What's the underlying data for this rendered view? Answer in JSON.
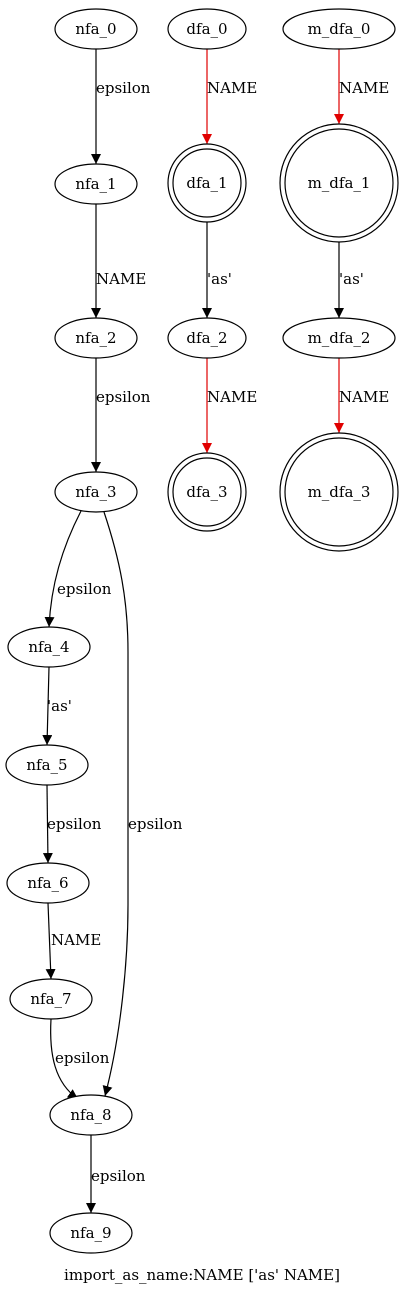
{
  "caption": "import_as_name:NAME ['as' NAME]",
  "colors": {
    "default_edge": "#000000",
    "highlight_edge": "#e00000",
    "background": "#ffffff"
  },
  "nodes": [
    {
      "id": "nfa_0",
      "label": "nfa_0",
      "accepting": false
    },
    {
      "id": "nfa_1",
      "label": "nfa_1",
      "accepting": false
    },
    {
      "id": "nfa_2",
      "label": "nfa_2",
      "accepting": false
    },
    {
      "id": "nfa_3",
      "label": "nfa_3",
      "accepting": false
    },
    {
      "id": "nfa_4",
      "label": "nfa_4",
      "accepting": false
    },
    {
      "id": "nfa_5",
      "label": "nfa_5",
      "accepting": false
    },
    {
      "id": "nfa_6",
      "label": "nfa_6",
      "accepting": false
    },
    {
      "id": "nfa_7",
      "label": "nfa_7",
      "accepting": false
    },
    {
      "id": "nfa_8",
      "label": "nfa_8",
      "accepting": false
    },
    {
      "id": "nfa_9",
      "label": "nfa_9",
      "accepting": false
    },
    {
      "id": "dfa_0",
      "label": "dfa_0",
      "accepting": false
    },
    {
      "id": "dfa_1",
      "label": "dfa_1",
      "accepting": true
    },
    {
      "id": "dfa_2",
      "label": "dfa_2",
      "accepting": false
    },
    {
      "id": "dfa_3",
      "label": "dfa_3",
      "accepting": true
    },
    {
      "id": "m_dfa_0",
      "label": "m_dfa_0",
      "accepting": false
    },
    {
      "id": "m_dfa_1",
      "label": "m_dfa_1",
      "accepting": true
    },
    {
      "id": "m_dfa_2",
      "label": "m_dfa_2",
      "accepting": false
    },
    {
      "id": "m_dfa_3",
      "label": "m_dfa_3",
      "accepting": true
    }
  ],
  "edges": [
    {
      "from": "nfa_0",
      "to": "nfa_1",
      "label": "epsilon",
      "highlight": false
    },
    {
      "from": "nfa_1",
      "to": "nfa_2",
      "label": "NAME",
      "highlight": false
    },
    {
      "from": "nfa_2",
      "to": "nfa_3",
      "label": "epsilon",
      "highlight": false
    },
    {
      "from": "nfa_3",
      "to": "nfa_4",
      "label": "epsilon",
      "highlight": false
    },
    {
      "from": "nfa_3",
      "to": "nfa_8",
      "label": "epsilon",
      "highlight": false
    },
    {
      "from": "nfa_4",
      "to": "nfa_5",
      "label": "'as'",
      "highlight": false
    },
    {
      "from": "nfa_5",
      "to": "nfa_6",
      "label": "epsilon",
      "highlight": false
    },
    {
      "from": "nfa_6",
      "to": "nfa_7",
      "label": "NAME",
      "highlight": false
    },
    {
      "from": "nfa_7",
      "to": "nfa_8",
      "label": "epsilon",
      "highlight": false
    },
    {
      "from": "nfa_8",
      "to": "nfa_9",
      "label": "epsilon",
      "highlight": false
    },
    {
      "from": "dfa_0",
      "to": "dfa_1",
      "label": "NAME",
      "highlight": true
    },
    {
      "from": "dfa_1",
      "to": "dfa_2",
      "label": "'as'",
      "highlight": false
    },
    {
      "from": "dfa_2",
      "to": "dfa_3",
      "label": "NAME",
      "highlight": true
    },
    {
      "from": "m_dfa_0",
      "to": "m_dfa_1",
      "label": "NAME",
      "highlight": true
    },
    {
      "from": "m_dfa_1",
      "to": "m_dfa_2",
      "label": "'as'",
      "highlight": false
    },
    {
      "from": "m_dfa_2",
      "to": "m_dfa_3",
      "label": "NAME",
      "highlight": true
    }
  ]
}
